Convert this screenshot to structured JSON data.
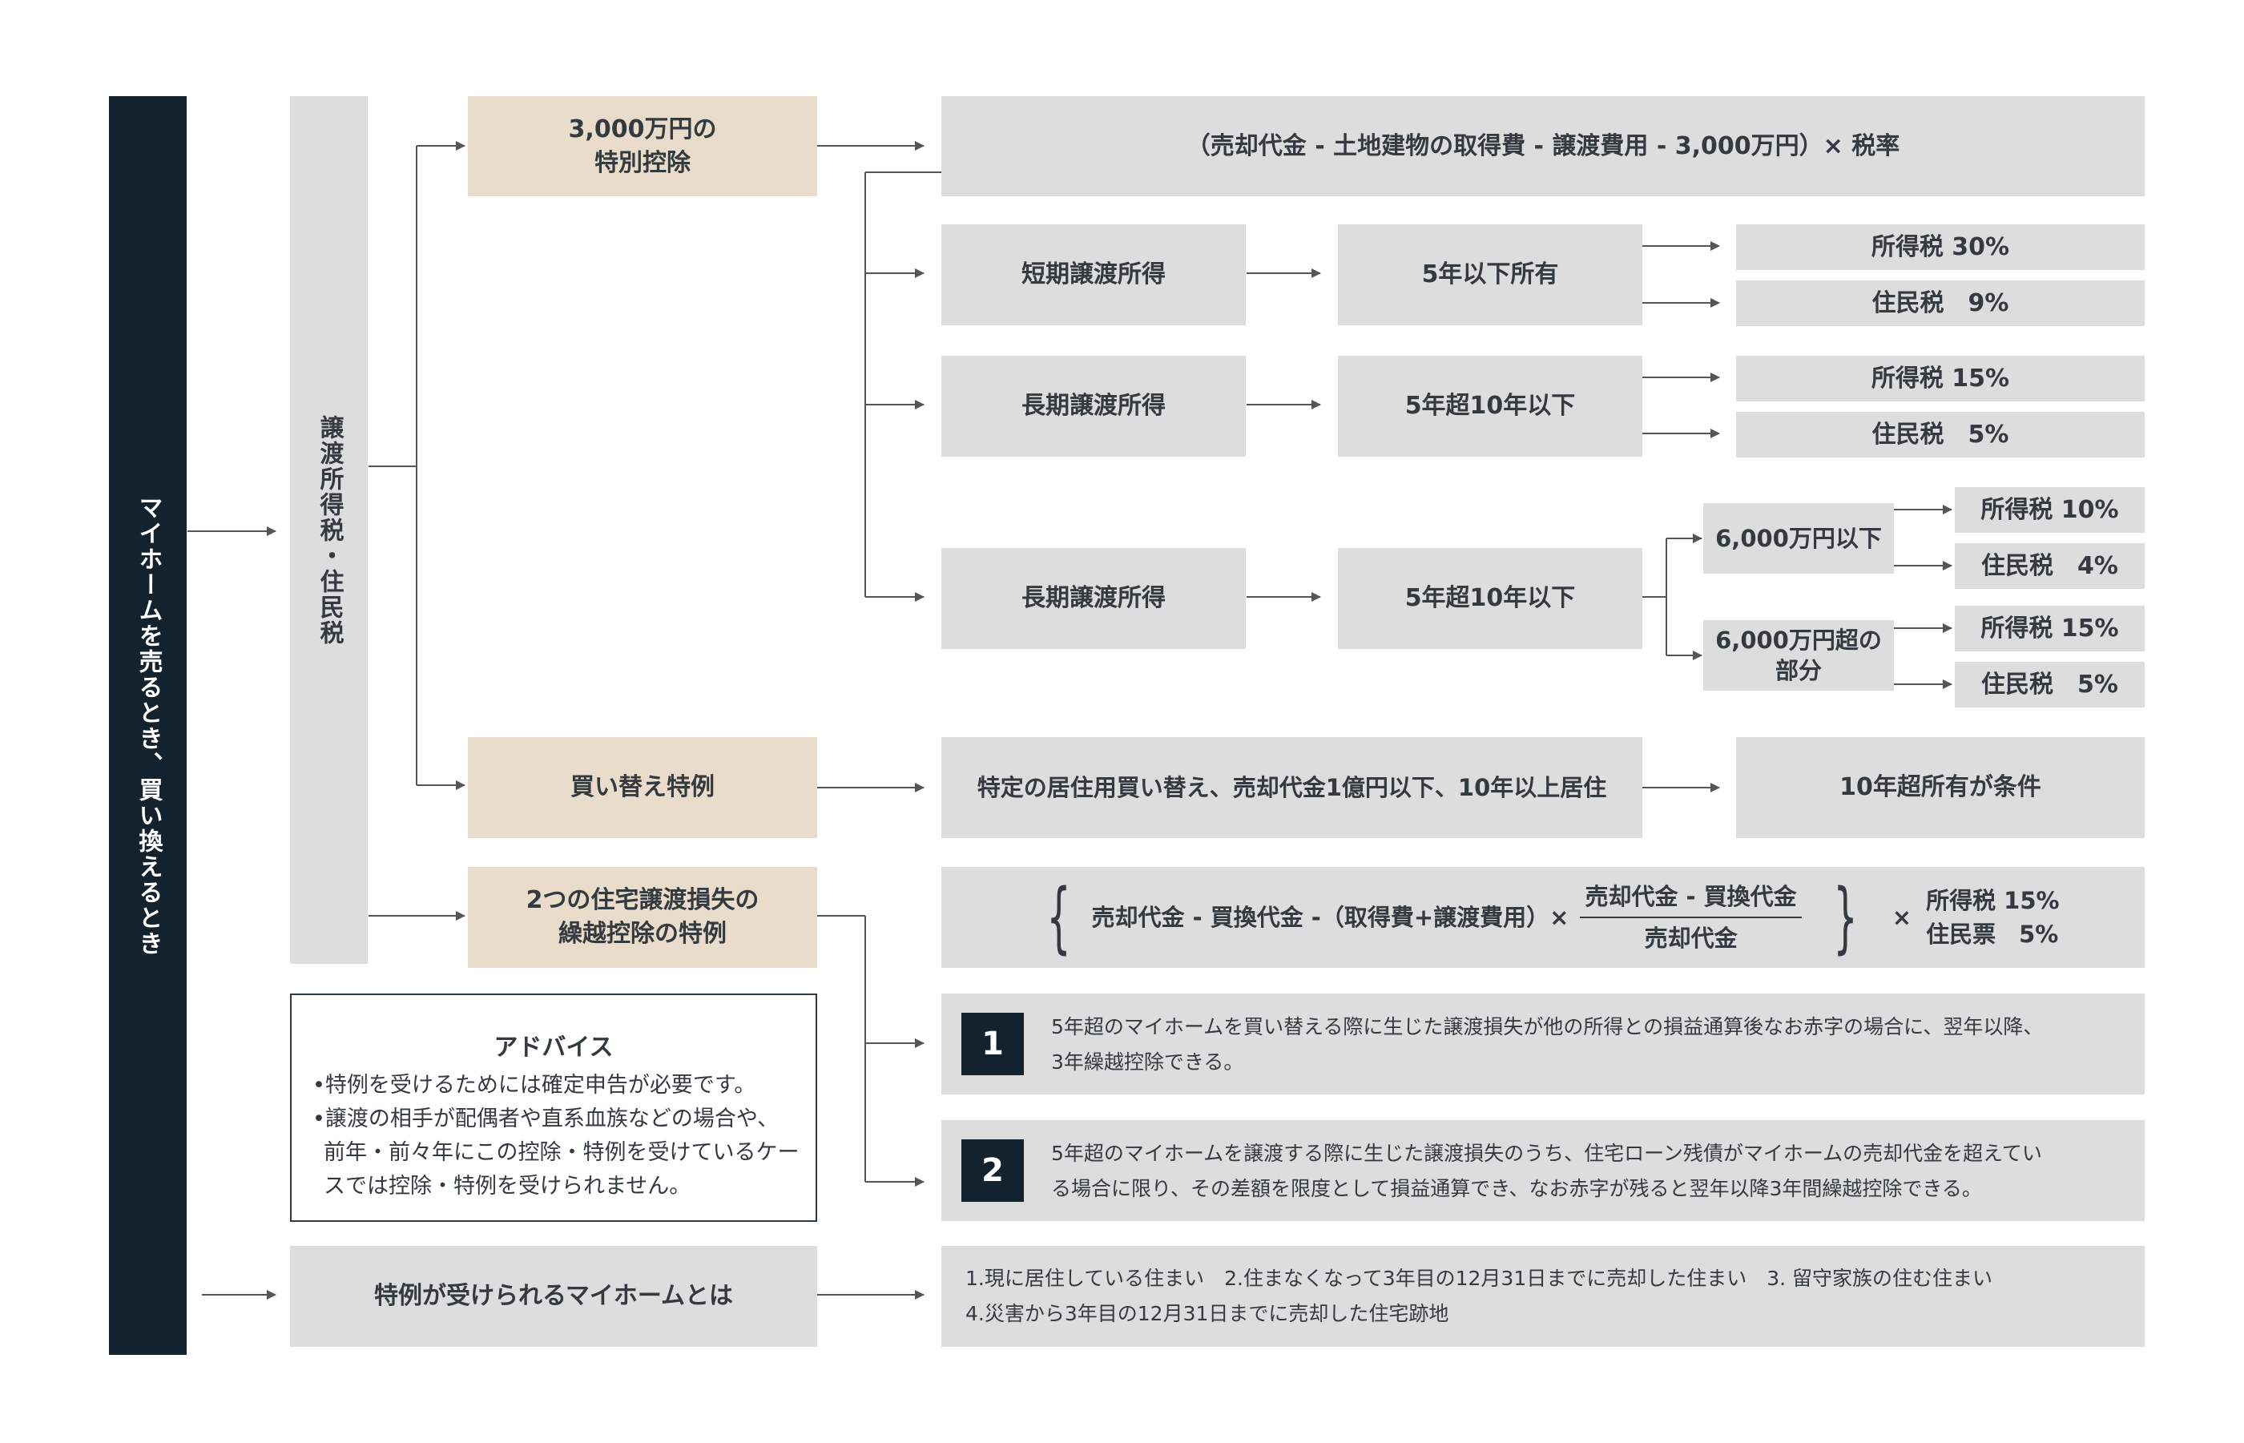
{
  "main_label": "マイホームを売るとき、買い換えるとき",
  "tax_label": "譲渡所得税・住民税",
  "special_3000": {
    "label_line1": "3,000万円の",
    "label_line2": "特別控除"
  },
  "formula_3000": "（売却代金 - 土地建物の取得費 - 譲渡費用 - 3,000万円）× 税率",
  "branches": {
    "short": {
      "category": "短期譲渡所得",
      "period": "5年以下所有",
      "rate1": "所得税 30%",
      "rate2": "住民税　9%"
    },
    "long": {
      "category": "長期譲渡所得",
      "period": "5年超10年以下",
      "rate1": "所得税 15%",
      "rate2": "住民税　5%"
    },
    "long_split": {
      "category": "長期譲渡所得",
      "period": "5年超10年以下",
      "low": {
        "label": "6,000万円以下",
        "rate1": "所得税 10%",
        "rate2": "住民税　4%"
      },
      "high": {
        "label_line1": "6,000万円超の",
        "label_line2": "部分",
        "rate1": "所得税 15%",
        "rate2": "住民税　5%"
      }
    }
  },
  "replacement": {
    "label": "買い替え特例",
    "condition": "特定の居住用買い替え、売却代金1億円以下、10年以上居住",
    "requirement": "10年超所有が条件"
  },
  "loss_carry": {
    "label_line1": "2つの住宅譲渡損失の",
    "label_line2": "繰越控除の特例",
    "formula_left": "売却代金 - 買換代金 -（取得費+譲渡費用）×",
    "frac_num": "売却代金 - 買換代金",
    "frac_den": "売却代金",
    "times": "×",
    "rate1": "所得税 15%",
    "rate2": "住民票　5%",
    "brace_open": "{",
    "brace_close": "}"
  },
  "notes": [
    {
      "num": "1",
      "line1": "5年超のマイホームを買い替える際に生じた譲渡損失が他の所得との損益通算後なお赤字の場合に、翌年以降、",
      "line2": "3年繰越控除できる。"
    },
    {
      "num": "2",
      "line1": "5年超のマイホームを譲渡する際に生じた譲渡損失のうち、住宅ローン残債がマイホームの売却代金を超えてい",
      "line2": "る場合に限り、その差額を限度として損益通算でき、なお赤字が残ると翌年以降3年間繰越控除できる。"
    }
  ],
  "advice": {
    "title": "アドバイス",
    "item1": "•特例を受けるためには確定申告が必要です。",
    "item2_line1": "•譲渡の相手が配偶者や直系血族などの場合や、",
    "item2_line2": "前年・前々年にこの控除・特例を受けているケー",
    "item2_line3": "スでは控除・特例を受けられません。"
  },
  "eligible": {
    "label": "特例が受けられるマイホームとは",
    "line1": "1.現に居住している住まい　2.住まなくなって3年目の12月31日までに売却した住まい　3. 留守家族の住む住まい",
    "line2": "4.災害から3年目の12月31日までに売却した住宅跡地"
  },
  "colors": {
    "dark": "#12232f",
    "gray": "#dcdddd",
    "tan": "#e9dccb",
    "line": "#555555"
  }
}
